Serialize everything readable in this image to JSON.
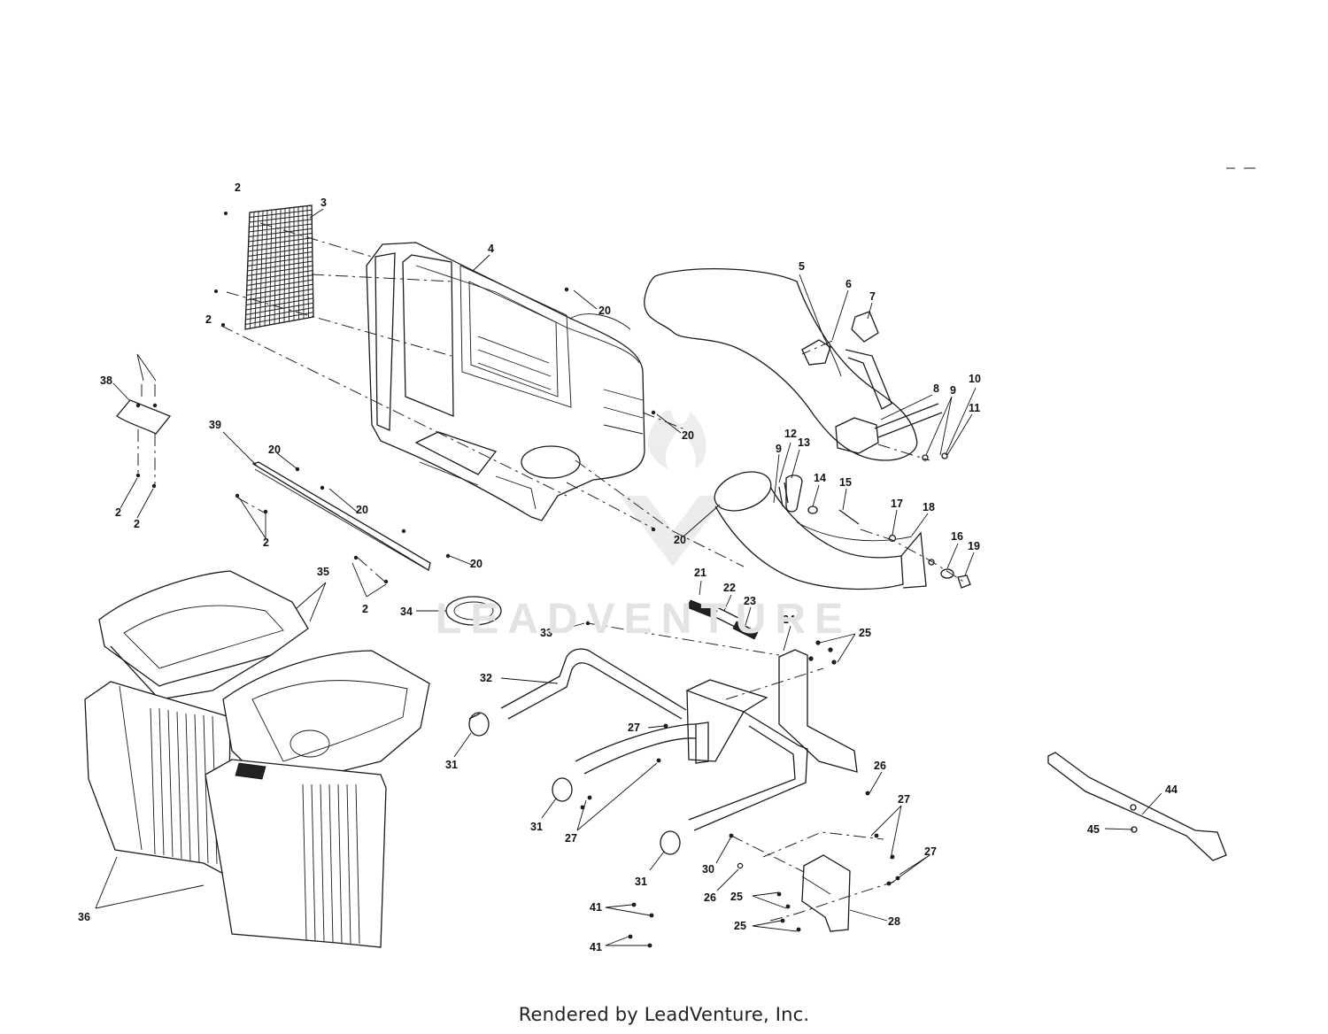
{
  "watermark": "LEADVENTURE",
  "footer": "Rendered by LeadVenture, Inc.",
  "callouts": [
    "2",
    "3",
    "2",
    "4",
    "20",
    "20",
    "38",
    "2",
    "2",
    "39",
    "20",
    "20",
    "2",
    "2",
    "20",
    "20",
    "35",
    "34",
    "33",
    "36",
    "5",
    "6",
    "7",
    "8",
    "9",
    "10",
    "11",
    "12",
    "13",
    "9",
    "14",
    "15",
    "17",
    "18",
    "16",
    "19",
    "21",
    "22",
    "23",
    "24",
    "25",
    "32",
    "27",
    "31",
    "31",
    "27",
    "26",
    "31",
    "30",
    "26",
    "25",
    "25",
    "27",
    "27",
    "28",
    "41",
    "41",
    "44",
    "45"
  ]
}
